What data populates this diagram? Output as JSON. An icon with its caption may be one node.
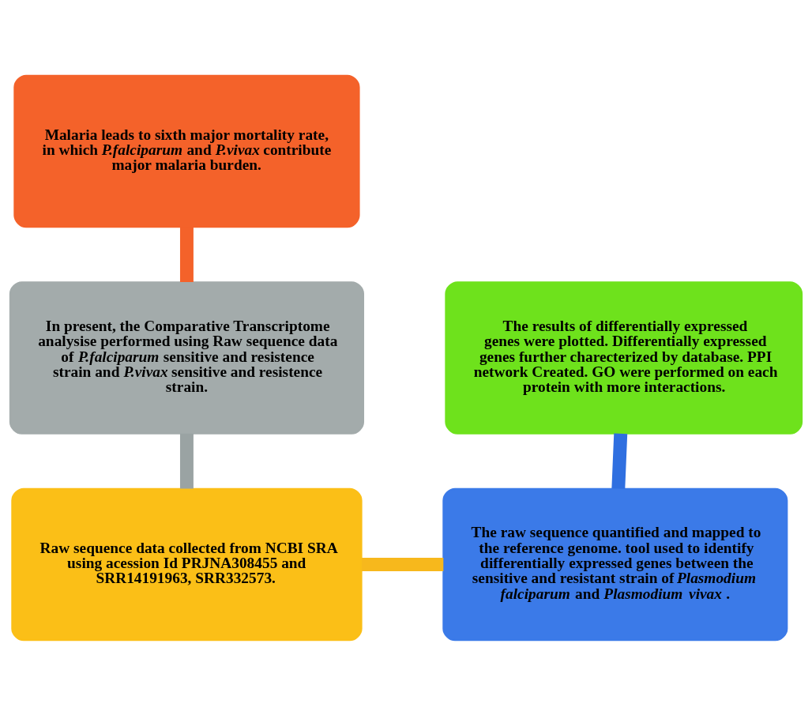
{
  "diagram": {
    "nodes": [
      {
        "text": [
          "Malaria leads to sixth major mortality rate, in which *P.falciparum* and *P.vivax* contribute major malaria burden."
        ]
      },
      {
        "text": [
          "In present, the Comparative Transcriptome analysise performed using Raw sequence data of *P.falciparum* sensitive and resistence strain and *P.vivax* sensitive and resistence strain."
        ]
      },
      {
        "text": [
          "The results of differentially expressed genes were plotted. Differentially expressed genes further charecterized by database. PPI network Created. GO were performed on each protein with more interactions."
        ]
      },
      {
        "text": [
          "Raw sequence data collected from NCBI SRA using acession Id PRJNA308455 and SRR14191963, SRR332573."
        ]
      },
      {
        "text": [
          "The raw sequence quantified and mapped to the reference genome. tool used to identify differentially expressed genes between the sensitive and resistant strain of *Plasmodium falciparum* and *Plasmodium vivax*."
        ]
      }
    ],
    "edges": [
      {
        "from": 0,
        "to": 1,
        "arrow": "none",
        "color": "#f4622a"
      },
      {
        "from": 1,
        "to": 3,
        "arrow": "none",
        "color": "#9aa3a3"
      },
      {
        "from": 3,
        "to": 4,
        "arrow": "none",
        "color": "#f7b81c"
      },
      {
        "from": 4,
        "to": 2,
        "arrow": "none",
        "color": "#2f6fe0"
      }
    ]
  }
}
